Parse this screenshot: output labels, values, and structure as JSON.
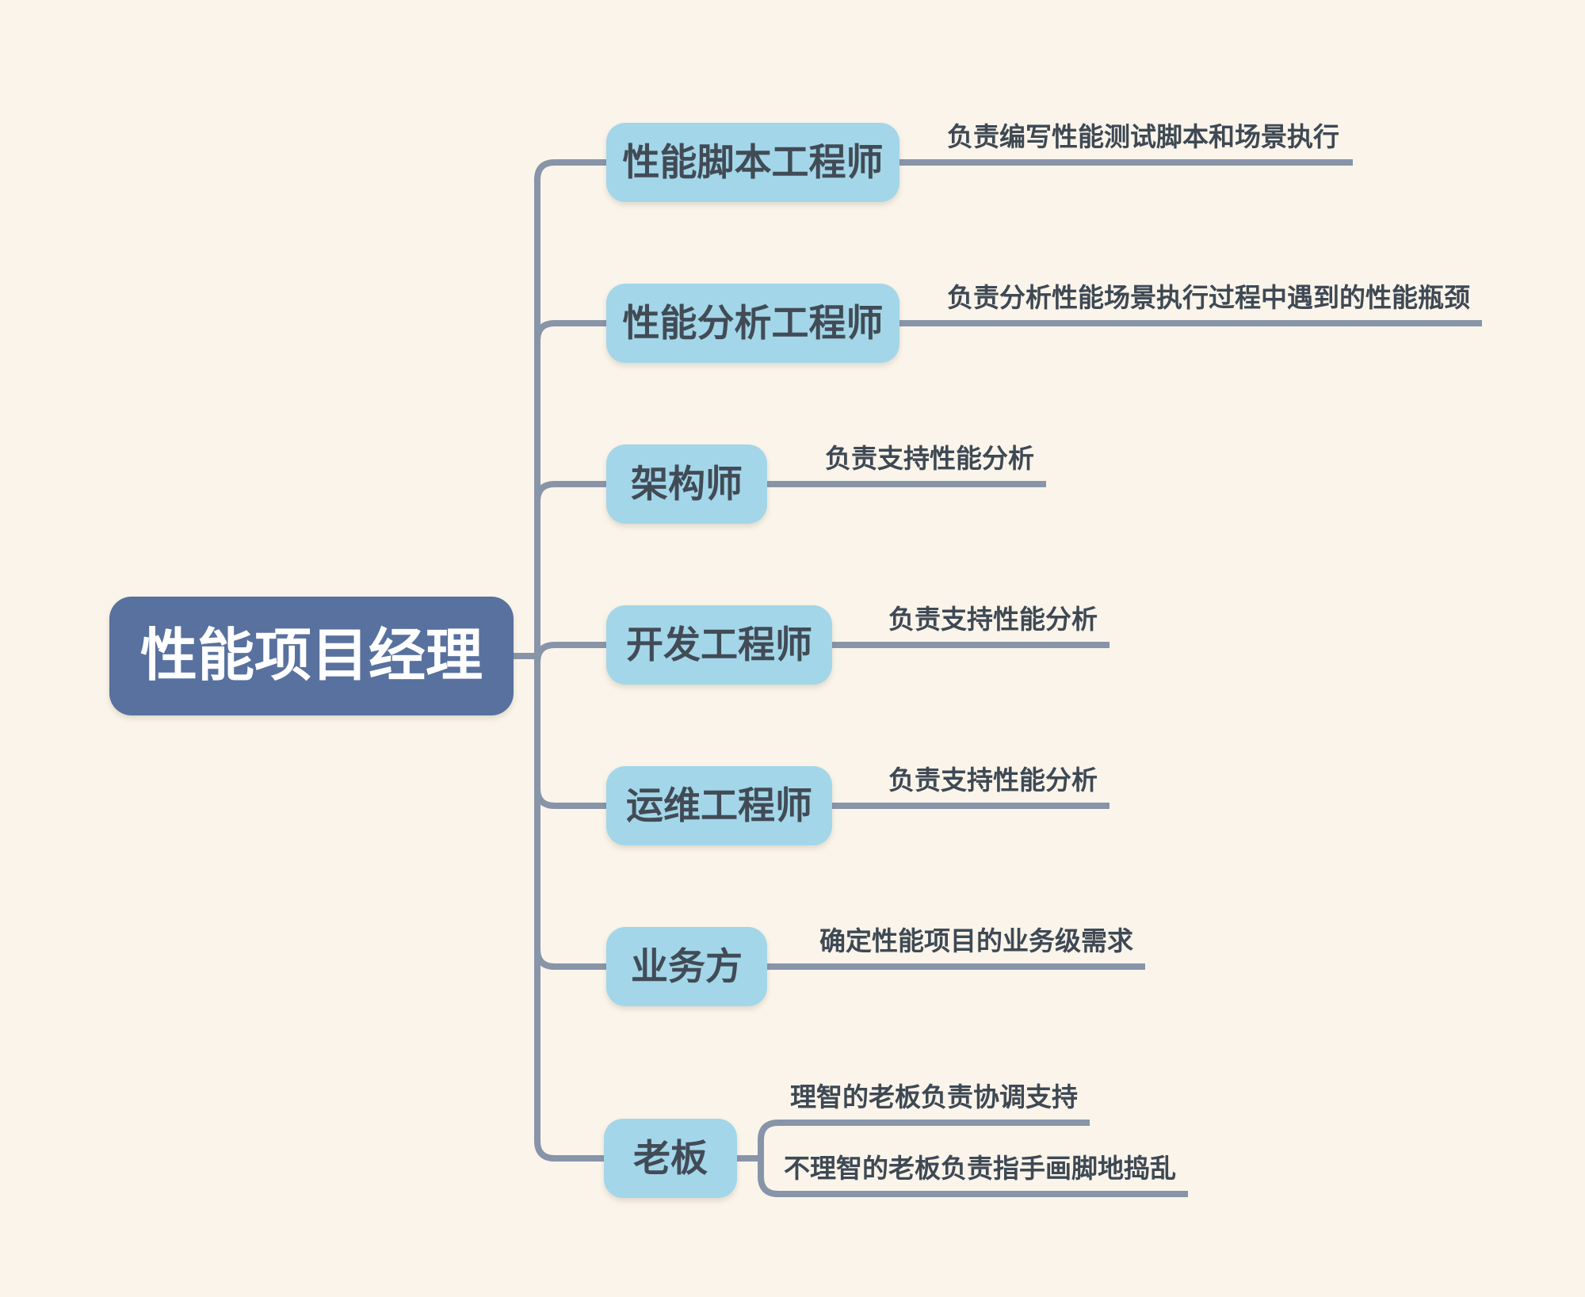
{
  "colors": {
    "background": "#FAF4EA",
    "root_fill": "#58719E",
    "root_text": "#FFFFFF",
    "node_fill": "#A3D6E8",
    "node_text": "#414B56",
    "note_text": "#3E4954",
    "line": "#8894A8"
  },
  "root": {
    "label": "性能项目经理"
  },
  "branches": [
    {
      "label": "性能脚本工程师",
      "note": "负责编写性能测试脚本和场景执行"
    },
    {
      "label": "性能分析工程师",
      "note": "负责分析性能场景执行过程中遇到的性能瓶颈"
    },
    {
      "label": "架构师",
      "note": "负责支持性能分析"
    },
    {
      "label": "开发工程师",
      "note": "负责支持性能分析"
    },
    {
      "label": "运维工程师",
      "note": "负责支持性能分析"
    },
    {
      "label": "业务方",
      "note": "确定性能项目的业务级需求"
    },
    {
      "label": "老板",
      "notes": [
        "理智的老板负责协调支持",
        "不理智的老板负责指手画脚地捣乱"
      ]
    }
  ]
}
